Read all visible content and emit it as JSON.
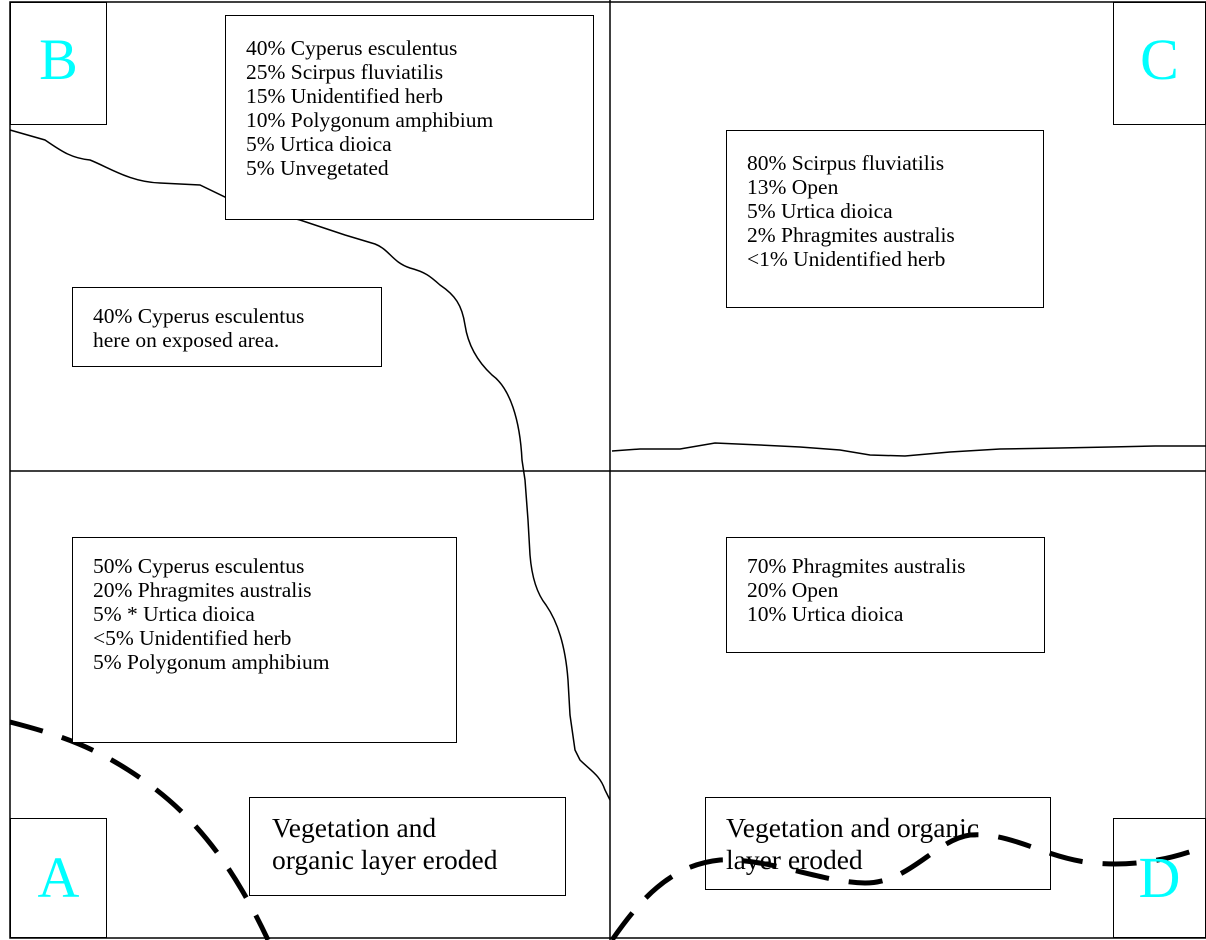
{
  "quadrants": {
    "A": {
      "label": "A",
      "color": "#00ffff"
    },
    "B": {
      "label": "B",
      "color": "#00ffff"
    },
    "C": {
      "label": "C",
      "color": "#00ffff"
    },
    "D": {
      "label": "D",
      "color": "#00ffff"
    }
  },
  "boxes": {
    "b_top": [
      "40% Cyperus esculentus",
      "25% Scirpus fluviatilis",
      "15% Unidentified herb",
      "10% Polygonum amphibium",
      "5% Urtica dioica",
      "5% Unvegetated"
    ],
    "b_exposed": [
      "40% Cyperus esculentus",
      "here on exposed area."
    ],
    "c": [
      "80% Scirpus fluviatilis",
      "13% Open",
      "5% Urtica dioica",
      "2% Phragmites australis",
      "<1% Unidentified herb"
    ],
    "a": [
      "50% Cyperus esculentus",
      "20% Phragmites australis",
      "5% * Urtica dioica",
      "<5% Unidentified herb",
      "5% Polygonum amphibium"
    ],
    "d": [
      "70% Phragmites australis",
      "20% Open",
      "10% Urtica dioica"
    ],
    "eroded_left": [
      "Vegetation and",
      "organic layer eroded"
    ],
    "eroded_right": [
      "Vegetation and organic",
      "layer eroded"
    ]
  }
}
